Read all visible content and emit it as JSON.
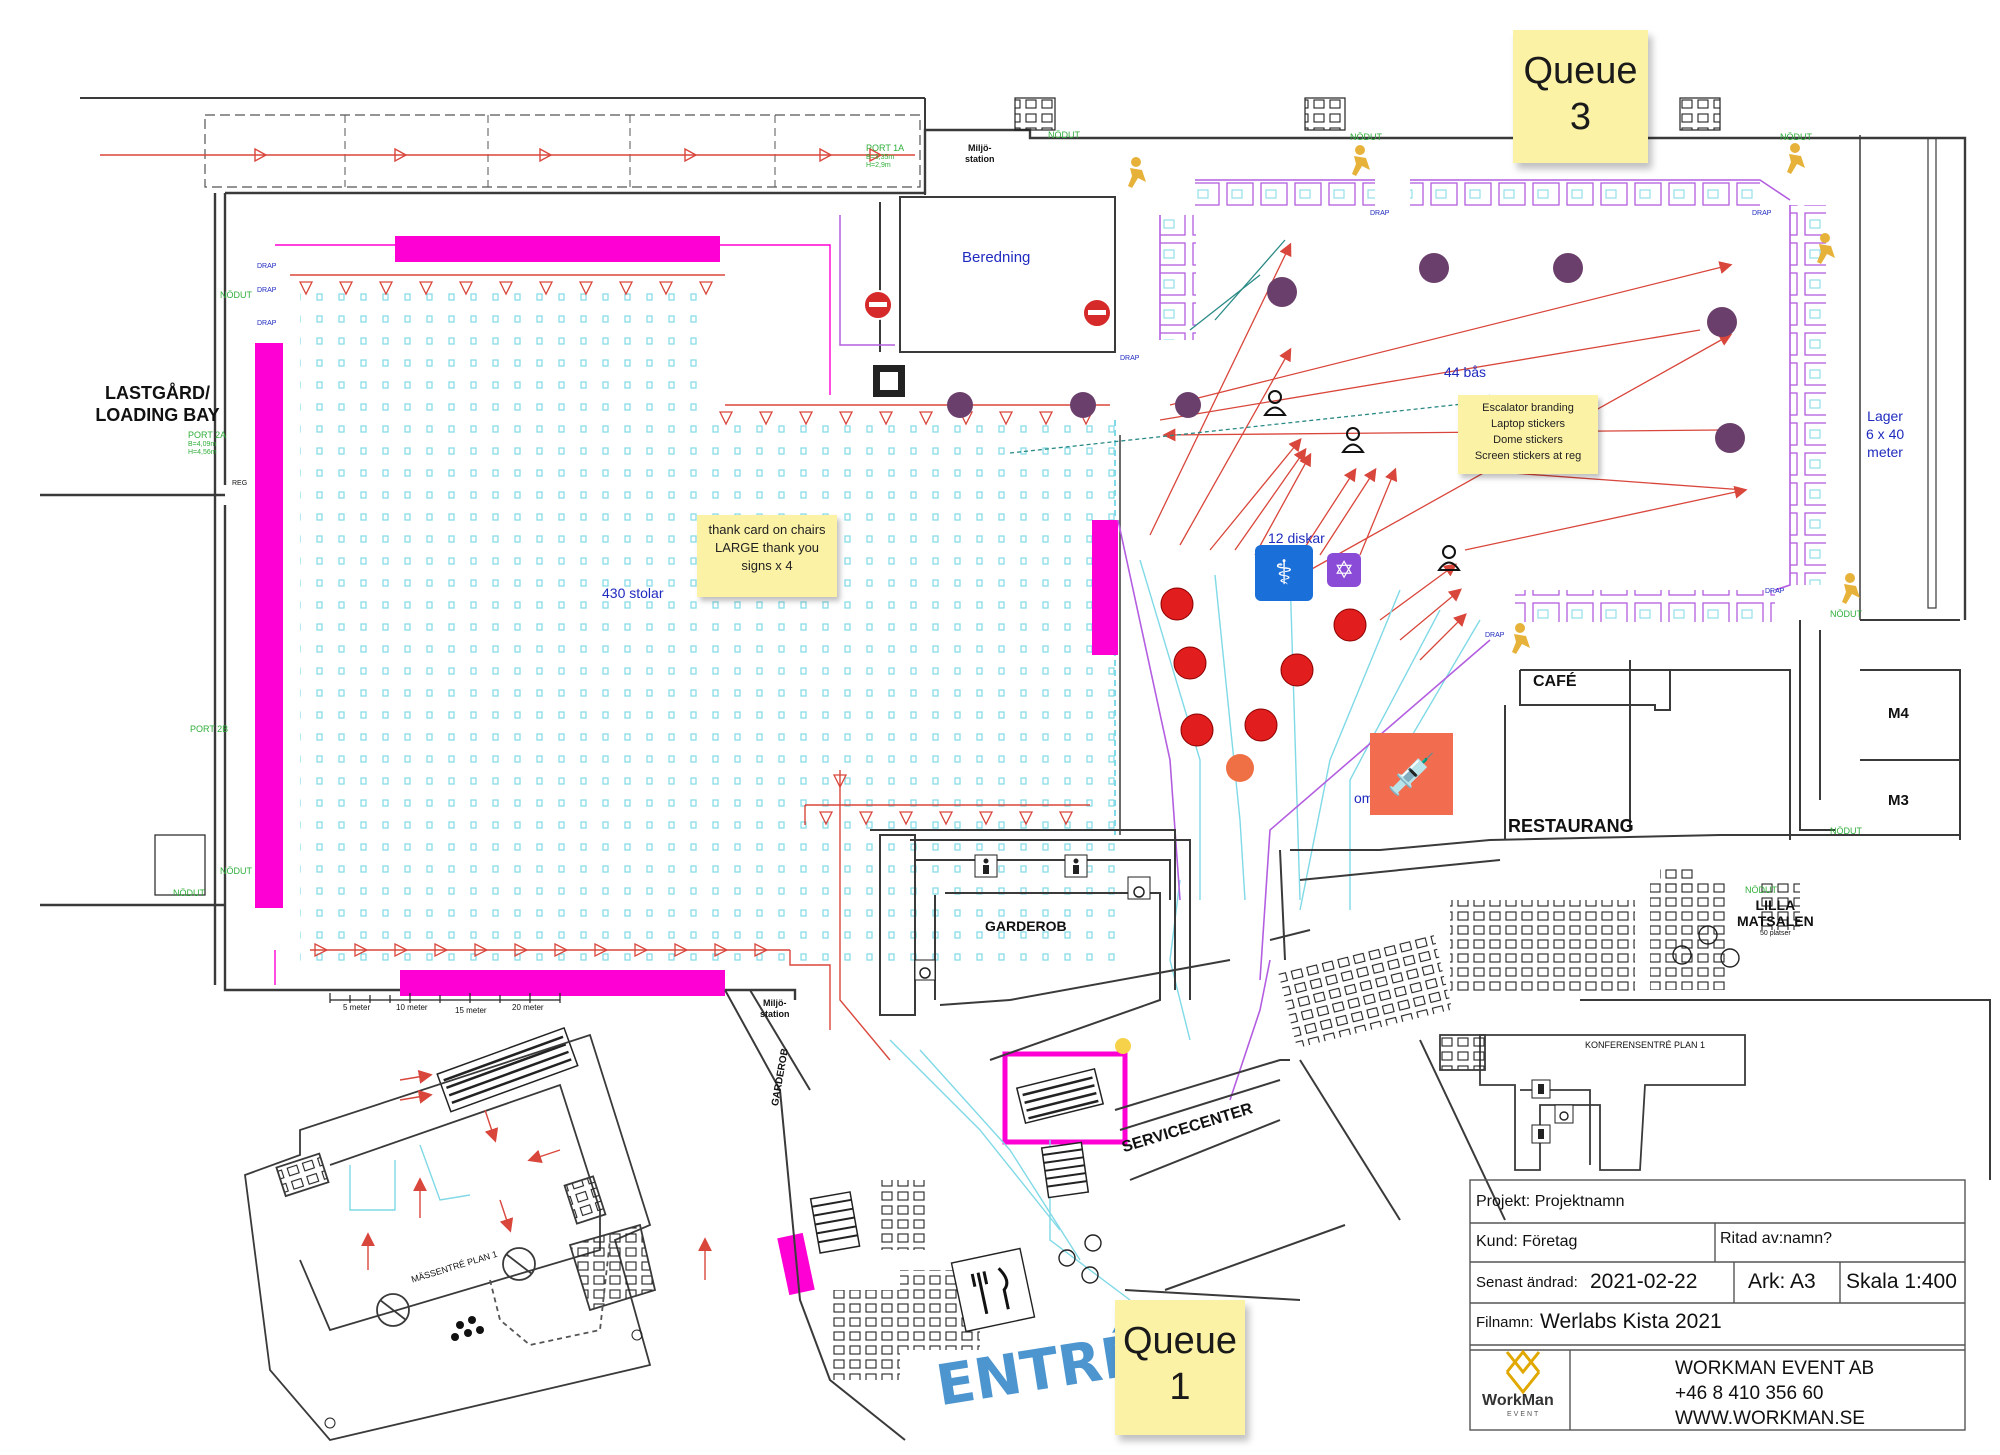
{
  "labels": {
    "loading_bay_1": "LASTGÅRD/",
    "loading_bay_2": "LOADING BAY",
    "beredning": "Beredning",
    "miljo_station_1": "Miljö-",
    "miljo_station_2": "station",
    "chairs": "430 stolar",
    "booths": "44 bås",
    "desks": "12 diskar",
    "lager_1": "Lager",
    "lager_2": "6 x 40",
    "lager_3": "meter",
    "cafe": "CAFÉ",
    "restaurang": "RESTAURANG",
    "m4": "M4",
    "m3": "M3",
    "lilla_1": "LILLA",
    "lilla_2": "MATSALEN",
    "lilla_3": "50 platser",
    "garderob": "GARDEROB",
    "garderob_side": "GARDEROB",
    "servicecenter": "SERVICECENTER",
    "konferens": "KONFERENSENTRÉ PLAN 1",
    "massentre": "MÄSSENTRÉ PLAN 1",
    "entre": "ENTRÉ",
    "om": "om",
    "drap": "DRAP",
    "nodut": "NÖDUT",
    "port_2a": "PORT 2A",
    "port_2b": "PORT 2B",
    "port_1a": "PORT 1A",
    "port_2a_dims": "B=4,09m H=4,56m",
    "port_1a_dims": "B=3,35m H=2,9m",
    "reg": "REG",
    "scale_5": "5 meter",
    "scale_10": "10 meter",
    "scale_15": "15 meter",
    "scale_20": "20 meter"
  },
  "notes": {
    "thank_you": [
      "thank card on chairs",
      "LARGE thank you",
      "signs x 4"
    ],
    "escalator": [
      "Escalator branding",
      "Laptop stickers",
      "Dome stickers",
      "Screen stickers at reg"
    ],
    "queue3": [
      "Queue",
      "3"
    ],
    "queue1": [
      "Queue",
      "1"
    ]
  },
  "title_block": {
    "projekt": "Projekt: Projektnamn",
    "kund": "Kund: Företag",
    "ritad": "Ritad av:namn?",
    "senast_label": "Senast ändrad:",
    "senast_value": "2021-02-22",
    "ark": "Ark: A3",
    "skala": "Skala 1:400",
    "filnamn_label": "Filnamn:",
    "filnamn_value": "Werlabs Kista 2021",
    "company": "WORKMAN EVENT AB",
    "phone": "+46 8 410 356 60",
    "web": "WWW.WORKMAN.SE",
    "logo_name": "WorkMan",
    "logo_sub": "EVENT"
  },
  "colors": {
    "magenta": "#ff00d4",
    "wall": "#3a3a3a",
    "flow": "#d9463b",
    "booth": "#b35ee0",
    "chairs": "#7fd9e6",
    "dark_dot": "#6b3f6b",
    "red_dot": "#e11d1d",
    "blue_label": "#1f2bbf",
    "entre_blue": "#4d95cf"
  },
  "icons": [
    "no-entry-icon",
    "person-icon",
    "doctor-icon",
    "star-of-david-icon",
    "syringe-icon",
    "toilet-icon",
    "wheelchair-icon",
    "escalator-icon",
    "cutlery-icon",
    "runner-icon"
  ]
}
